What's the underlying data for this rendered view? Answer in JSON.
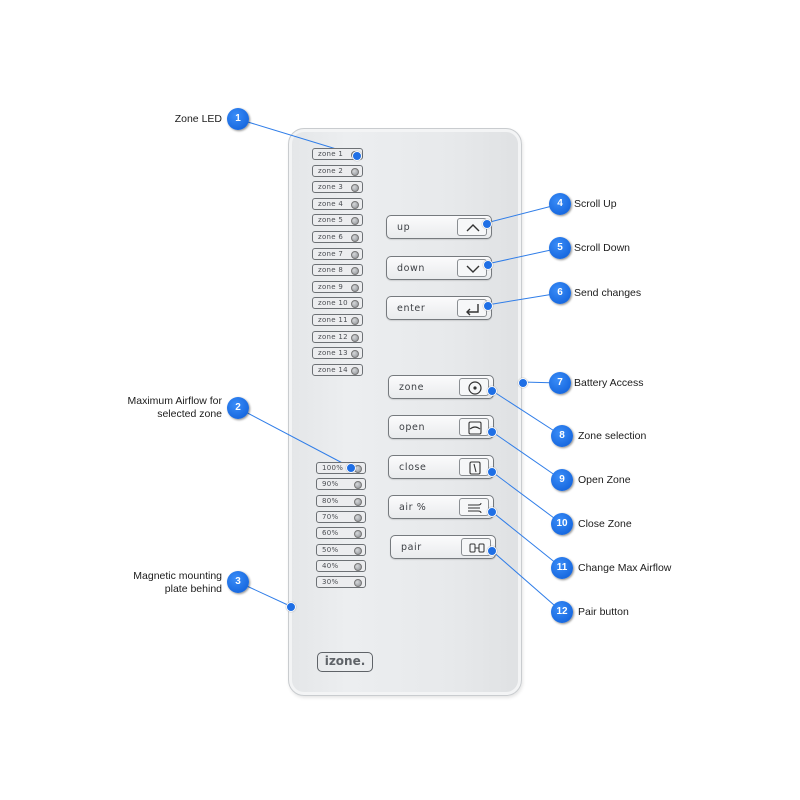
{
  "device": {
    "zones": [
      "zone 1",
      "zone 2",
      "zone 3",
      "zone 4",
      "zone 5",
      "zone 6",
      "zone 7",
      "zone 8",
      "zone 9",
      "zone 10",
      "zone 11",
      "zone 12",
      "zone 13",
      "zone 14"
    ],
    "airflow": [
      "100%",
      "90%",
      "80%",
      "70%",
      "60%",
      "50%",
      "40%",
      "30%"
    ],
    "buttons": [
      {
        "label": "UP",
        "icon": "chevron-up-icon"
      },
      {
        "label": "DOWN",
        "icon": "chevron-down-icon"
      },
      {
        "label": "ENTER",
        "icon": "enter-arrow-icon"
      },
      {
        "label": "ZONE",
        "icon": "target-icon"
      },
      {
        "label": "OPEN",
        "icon": "damper-open-icon"
      },
      {
        "label": "CLOSE",
        "icon": "damper-close-icon"
      },
      {
        "label": "AIR %",
        "icon": "airflow-icon"
      },
      {
        "label": "PAIR",
        "icon": "pair-icon"
      }
    ],
    "logo": "izone."
  },
  "callouts": [
    {
      "n": "1",
      "label": "Zone LED"
    },
    {
      "n": "2",
      "label": "Maximum Airflow for\nselected zone"
    },
    {
      "n": "3",
      "label": "Magnetic mounting\nplate behind"
    },
    {
      "n": "4",
      "label": "Scroll Up"
    },
    {
      "n": "5",
      "label": "Scroll Down"
    },
    {
      "n": "6",
      "label": "Send changes"
    },
    {
      "n": "7",
      "label": "Battery Access"
    },
    {
      "n": "8",
      "label": "Zone selection"
    },
    {
      "n": "9",
      "label": "Open Zone"
    },
    {
      "n": "10",
      "label": "Close Zone"
    },
    {
      "n": "11",
      "label": "Change Max Airflow"
    },
    {
      "n": "12",
      "label": "Pair button"
    }
  ],
  "colors": {
    "callout_blue": "#1f6fe5",
    "leader": "#2f7de8"
  }
}
